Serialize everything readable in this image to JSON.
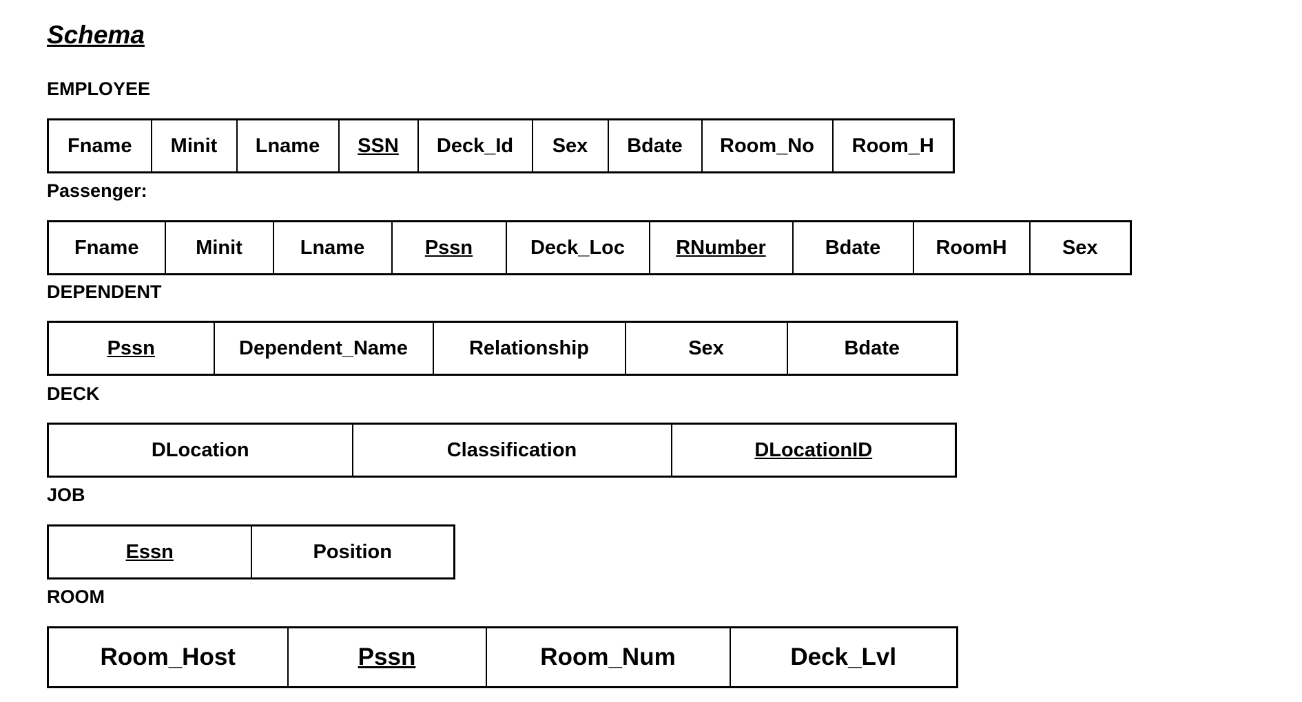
{
  "title": "Schema",
  "relations": {
    "employee": {
      "name": "EMPLOYEE",
      "attributes": [
        {
          "name": "Fname",
          "key": false
        },
        {
          "name": "Minit",
          "key": false
        },
        {
          "name": "Lname",
          "key": false
        },
        {
          "name": "SSN",
          "key": true
        },
        {
          "name": "Deck_Id",
          "key": false
        },
        {
          "name": "Sex",
          "key": false
        },
        {
          "name": "Bdate",
          "key": false
        },
        {
          "name": "Room_No",
          "key": false
        },
        {
          "name": "Room_H",
          "key": false
        }
      ]
    },
    "passenger": {
      "name": "Passenger:",
      "attributes": [
        {
          "name": "Fname",
          "key": false
        },
        {
          "name": "Minit",
          "key": false
        },
        {
          "name": "Lname",
          "key": false
        },
        {
          "name": "Pssn",
          "key": true
        },
        {
          "name": "Deck_Loc",
          "key": false
        },
        {
          "name": "RNumber",
          "key": true
        },
        {
          "name": "Bdate",
          "key": false
        },
        {
          "name": "RoomH",
          "key": false
        },
        {
          "name": "Sex",
          "key": false
        }
      ]
    },
    "dependent": {
      "name": "DEPENDENT",
      "attributes": [
        {
          "name": "Pssn",
          "key": true
        },
        {
          "name": "Dependent_Name",
          "key": false
        },
        {
          "name": "Relationship",
          "key": false
        },
        {
          "name": "Sex",
          "key": false
        },
        {
          "name": "Bdate",
          "key": false
        }
      ]
    },
    "deck": {
      "name": "DECK",
      "attributes": [
        {
          "name": "DLocation",
          "key": false
        },
        {
          "name": "Classification",
          "key": false
        },
        {
          "name": "DLocationID",
          "key": true
        }
      ]
    },
    "job": {
      "name": "JOB",
      "attributes": [
        {
          "name": "Essn",
          "key": true
        },
        {
          "name": "Position",
          "key": false
        }
      ]
    },
    "room": {
      "name": "ROOM",
      "attributes": [
        {
          "name": "Room_Host",
          "key": false
        },
        {
          "name": "Pssn",
          "key": true
        },
        {
          "name": "Room_Num",
          "key": false
        },
        {
          "name": "Deck_Lvl",
          "key": false
        }
      ]
    }
  }
}
